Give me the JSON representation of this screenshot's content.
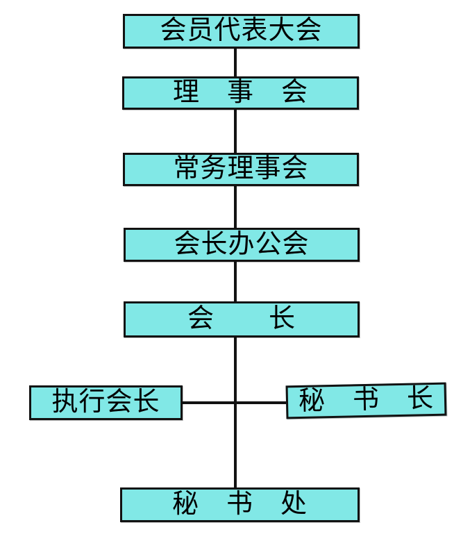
{
  "diagram": {
    "type": "org-chart",
    "colors": {
      "background": "#ffffff",
      "box_fill": "#81e8e6",
      "box_border": "#121212",
      "line": "#121212",
      "text": "#000000"
    },
    "nodes": {
      "member_congress": "会员代表大会",
      "council": "理　事　会",
      "standing_council": "常务理事会",
      "president_office_meeting": "会长办公会",
      "president": "会　　长",
      "executive_president": "执行会长",
      "secretary_general": "秘　书　长",
      "secretariat": "秘　书　处"
    },
    "edges": [
      {
        "from": "member_congress",
        "to": "council"
      },
      {
        "from": "council",
        "to": "standing_council"
      },
      {
        "from": "standing_council",
        "to": "president_office_meeting"
      },
      {
        "from": "president_office_meeting",
        "to": "president"
      },
      {
        "from": "president",
        "to": "secretariat"
      },
      {
        "from": "president",
        "to": "executive_president"
      },
      {
        "from": "president",
        "to": "secretary_general"
      }
    ]
  }
}
